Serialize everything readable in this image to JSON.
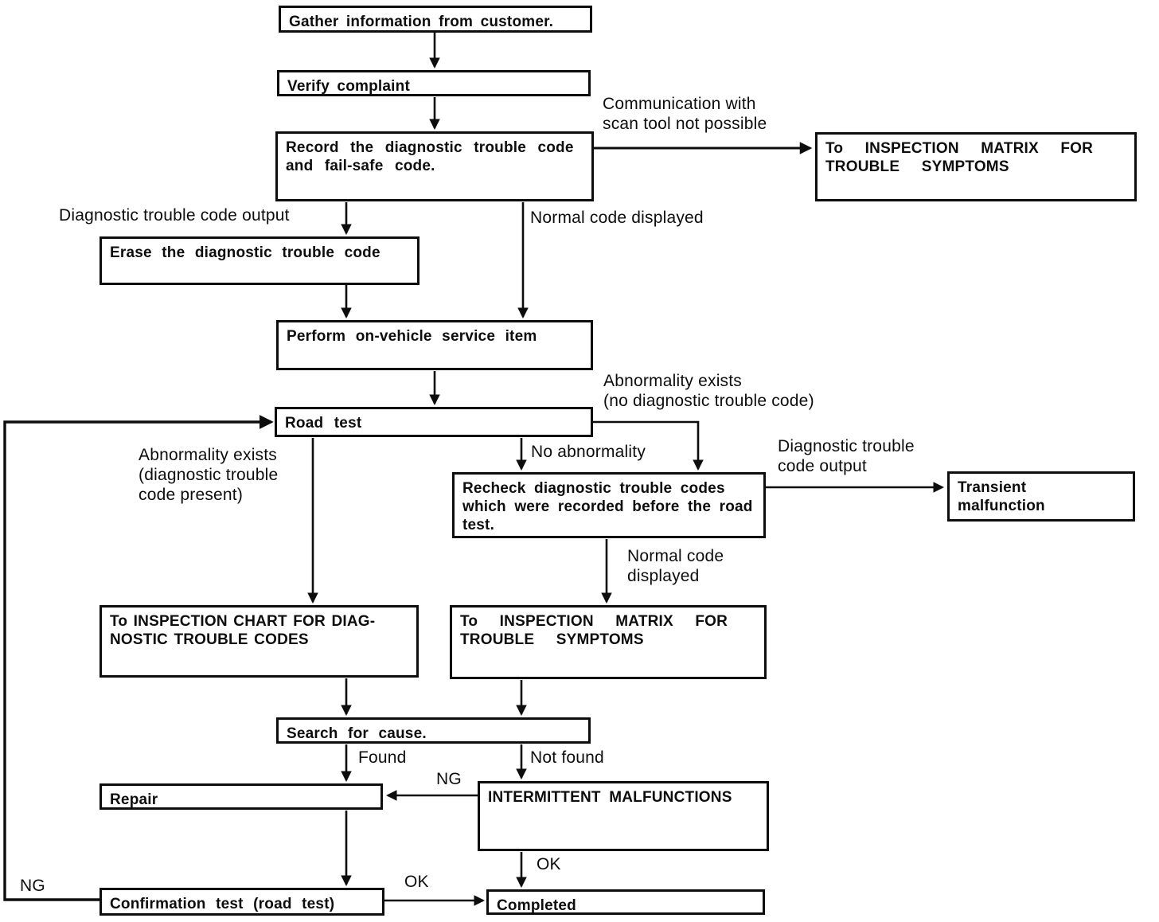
{
  "diagram": {
    "type": "flowchart",
    "colors": {
      "ink": "#0d0d0d",
      "paper": "#ffffff"
    },
    "nodes": {
      "gather": {
        "label": "Gather information from customer."
      },
      "verify": {
        "label": "Verify complaint"
      },
      "record": {
        "label": "Record the diagnostic trouble code\nand fail-safe code."
      },
      "matrix_top": {
        "label": "To INSPECTION MATRIX FOR\nTROUBLE SYMPTOMS"
      },
      "erase": {
        "label": "Erase the diagnostic trouble code"
      },
      "perform": {
        "label": "Perform on-vehicle service item"
      },
      "road_test": {
        "label": "Road test"
      },
      "recheck": {
        "label": "Recheck diagnostic trouble codes\nwhich were recorded before the road\ntest."
      },
      "transient": {
        "label": "Transient\nmalfunction"
      },
      "inspection_chart": {
        "label": "To INSPECTION CHART FOR DIAG-\nNOSTIC TROUBLE CODES"
      },
      "matrix_bottom": {
        "label": "To INSPECTION MATRIX FOR\nTROUBLE SYMPTOMS"
      },
      "search": {
        "label": "Search for cause."
      },
      "repair": {
        "label": "Repair"
      },
      "intermittent": {
        "label": "INTERMITTENT MALFUNCTIONS"
      },
      "confirmation": {
        "label": "Confirmation test (road test)"
      },
      "completed": {
        "label": "Completed"
      }
    },
    "edge_labels": {
      "communication": "Communication with\nscan tool not possible",
      "dtc_output_top": "Diagnostic trouble code output",
      "normal_code_top": "Normal code displayed",
      "abnormality_no_dtc": "Abnormality exists\n(no diagnostic trouble code)",
      "abnormality_present": "Abnormality exists\n(diagnostic trouble\ncode present)",
      "no_abnormality": "No abnormality",
      "dtc_output_right": "Diagnostic trouble\ncode output",
      "normal_code_bottom": "Normal code\ndisplayed",
      "found": "Found",
      "not_found": "Not found",
      "ng_intermittent": "NG",
      "ok_intermittent": "OK",
      "ng_loop": "NG",
      "ok_confirmation": "OK"
    }
  }
}
